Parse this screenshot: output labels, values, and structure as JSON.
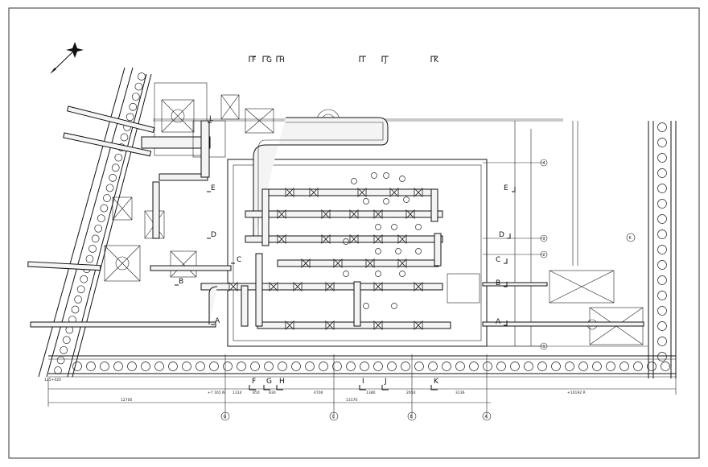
{
  "section_markers_top": [
    "F",
    "G",
    "H",
    "I",
    "J",
    "K"
  ],
  "section_markers_bottom": [
    "F",
    "G",
    "H",
    "I",
    "J",
    "K"
  ],
  "section_markers_left": [
    "L",
    "E",
    "D",
    "C",
    "B",
    "A"
  ],
  "section_markers_right": [
    "E",
    "D",
    "C",
    "B",
    "A"
  ],
  "column_bubbles": [
    "G",
    "C",
    "B",
    "A"
  ],
  "row_bubbles": [
    "4",
    "3",
    "2",
    "1"
  ],
  "bottom_dims": {
    "d1": "12700",
    "d2": "13170",
    "d3": "4700",
    "d4": "3136",
    "d5": "2650",
    "d6": "1380",
    "d7": "1314",
    "d8": "850",
    "d9": "830",
    "right": "+10192 R",
    "left_level": "+7 165 N",
    "corner_level": "125+420"
  },
  "ref_k": "K",
  "icons": {
    "north_arrow": "north-compass-icon"
  }
}
